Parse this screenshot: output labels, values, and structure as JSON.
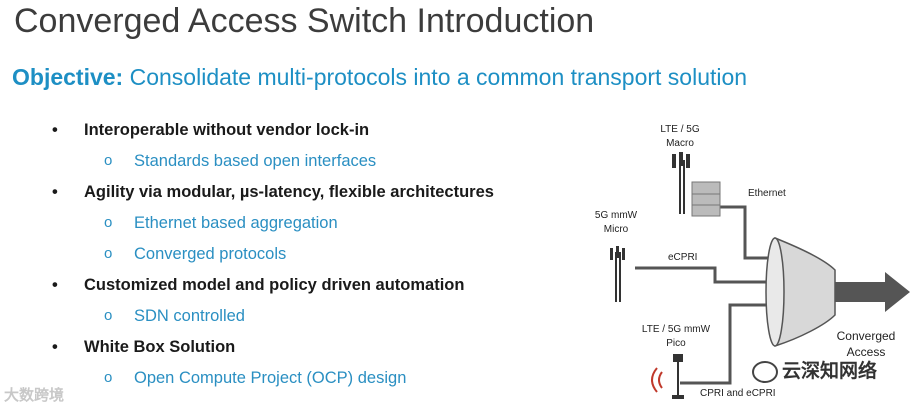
{
  "slide": {
    "title": "Converged Access Switch Introduction",
    "objective_lead": "Objective:",
    "objective_text": "Consolidate multi-protocols into a common transport solution"
  },
  "bullets": [
    {
      "text": "Interoperable without vendor lock-in",
      "subs": [
        "Standards based open interfaces"
      ]
    },
    {
      "text": "Agility via modular, µs-latency, flexible architectures",
      "subs": [
        "Ethernet based aggregation",
        "Converged protocols"
      ]
    },
    {
      "text": "Customized model and policy driven automation",
      "subs": [
        "SDN controlled"
      ]
    },
    {
      "text": "White Box Solution",
      "subs": [
        "Open Compute Project (OCP) design"
      ]
    }
  ],
  "diagram": {
    "lte_macro_line1": "LTE / 5G",
    "lte_macro_line2": "Macro",
    "mmw_micro_line1": "5G mmW",
    "mmw_micro_line2": "Micro",
    "pico_line1": "LTE / 5G mmW",
    "pico_line2": "Pico",
    "ethernet": "Ethernet",
    "ecpri": "eCPRI",
    "cpri": "CPRI and eCPRI",
    "converged_line1": "Converged",
    "converged_line2": "Access"
  },
  "watermarks": {
    "left": "大数跨境",
    "right": "云深知网络"
  },
  "colors": {
    "accent": "#1d8fc4",
    "title": "#3c3c3c"
  }
}
